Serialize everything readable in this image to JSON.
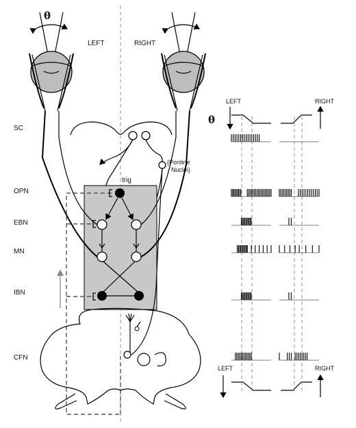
{
  "labels": {
    "left": "LEFT",
    "right": "RIGHT",
    "theta_symbol": "θ",
    "trig": "trig",
    "pontine_line1": "(Pontine",
    "pontine_line2": "Nuclei)",
    "trace_left_top": "LEFT",
    "trace_right_top": "RIGHT",
    "trace_left_bottom": "LEFT",
    "trace_right_bottom": "RIGHT"
  },
  "rows": [
    "SC",
    "OPN",
    "EBN",
    "MN",
    "IBN",
    "CFN"
  ],
  "colors": {
    "box_fill": "#c8c8c8",
    "eye_fill": "#bdbdbd",
    "ink": "#000000",
    "dash": "#555555"
  },
  "traces": {
    "SC": {
      "left": [
        [
          0.0,
          0.7,
          16
        ]
      ],
      "right": []
    },
    "OPN": {
      "left": [
        [
          0.0,
          0.24,
          9
        ],
        [
          0.4,
          1.0,
          18
        ]
      ],
      "right": [
        [
          0.0,
          0.3,
          9
        ],
        [
          0.48,
          1.0,
          12
        ]
      ]
    },
    "EBN": {
      "left": [
        [
          0.25,
          0.5,
          10
        ]
      ],
      "right": [
        [
          0.24,
          0.3,
          2
        ]
      ]
    },
    "MN": {
      "left": [
        [
          0.15,
          0.4,
          10
        ],
        [
          0.4,
          1.0,
          7
        ]
      ],
      "right": [
        [
          0.0,
          0.4,
          4
        ],
        [
          0.5,
          1.0,
          4
        ]
      ]
    },
    "IBN": {
      "left": [
        [
          0.25,
          0.5,
          10
        ]
      ],
      "right": [
        [
          0.24,
          0.3,
          2
        ]
      ]
    },
    "CFN": {
      "left": [
        [
          0.1,
          0.5,
          12
        ],
        [
          0.5,
          0.7,
          1
        ]
      ],
      "right": [
        [
          0.0,
          0.2,
          2
        ],
        [
          0.25,
          0.3,
          2
        ],
        [
          0.4,
          0.7,
          8
        ]
      ]
    }
  }
}
